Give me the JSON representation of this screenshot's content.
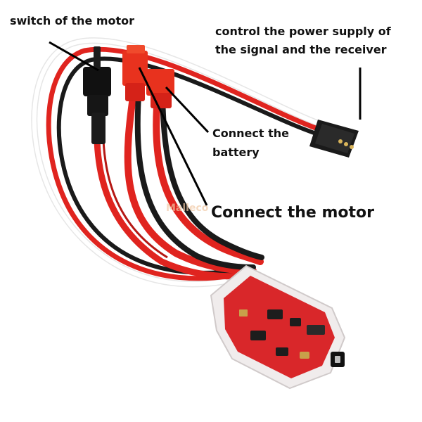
{
  "labels": {
    "switch": "switch of the motor",
    "power_line1": "control the power supply of",
    "power_line2": "the signal and the receiver",
    "battery_line1": "Connect the",
    "battery_line2": "battery",
    "motor": "Connect the motor"
  },
  "watermark": "Malleco",
  "colors": {
    "wire_red": "#e0241f",
    "wire_black": "#1a1a1a",
    "wire_white": "#f4f4f4",
    "connector_red": "#e8321e",
    "board_red": "#d9272a"
  }
}
